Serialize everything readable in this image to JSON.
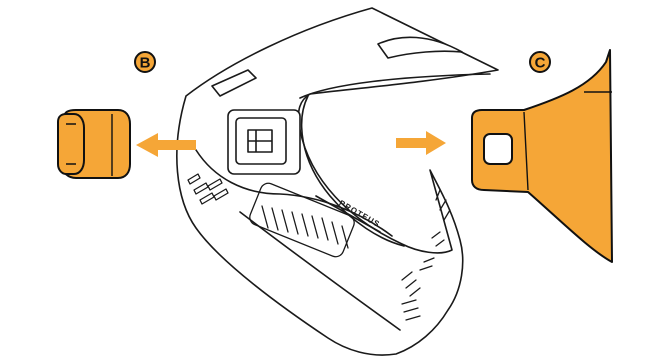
{
  "callouts": {
    "b": {
      "label": "B"
    },
    "c": {
      "label": "C"
    }
  },
  "mask": {
    "brand_text": "PROTEUS"
  },
  "colors": {
    "part_fill": "#F5A637",
    "part_stroke": "#111111",
    "callout_fill": "#F5A637",
    "arrow_fill": "#F5A637",
    "line": "#1a1a1a",
    "background": "#FFFFFF"
  },
  "icons": {
    "arrow_left": "arrow-left-icon",
    "arrow_right": "arrow-right-icon"
  }
}
